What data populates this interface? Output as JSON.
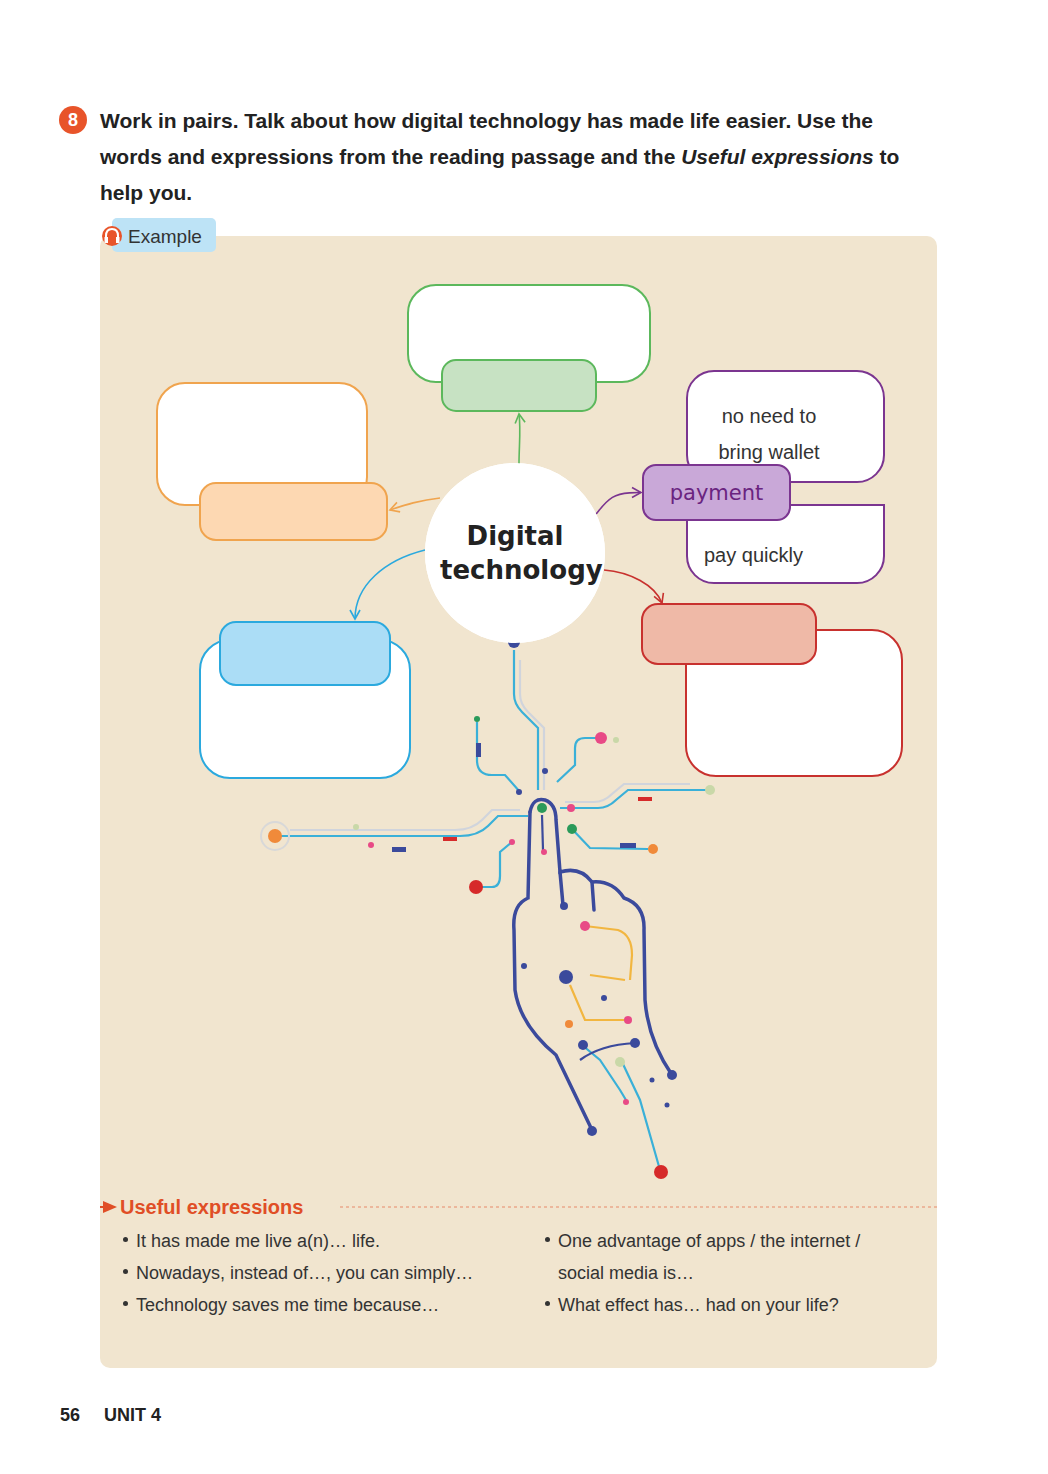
{
  "diagram": {
    "title": "Work in pairs. Talk about how digital technology has made life easier. Use the words and expressions from the reading passage and the Useful expressions to help you.",
    "nodes": [
      {
        "text": [
          "Digital technology"
        ]
      },
      {
        "text": [
          "no need to bring wallet"
        ]
      },
      {
        "text": [
          "payment"
        ]
      },
      {
        "text": [
          "pay quickly"
        ]
      }
    ],
    "edges": [
      {
        "from": 0,
        "to": 2,
        "arrow": "to"
      }
    ],
    "labels": [
      "8",
      "Example",
      "Useful expressions",
      "It has made me live a(n)… life.",
      "Nowadays, instead of…, you can simply…",
      "Technology saves me time because…",
      "One advantage of apps / the internet / social media is…",
      "What effect has… had on your life?",
      "56",
      "UNIT 4"
    ]
  }
}
